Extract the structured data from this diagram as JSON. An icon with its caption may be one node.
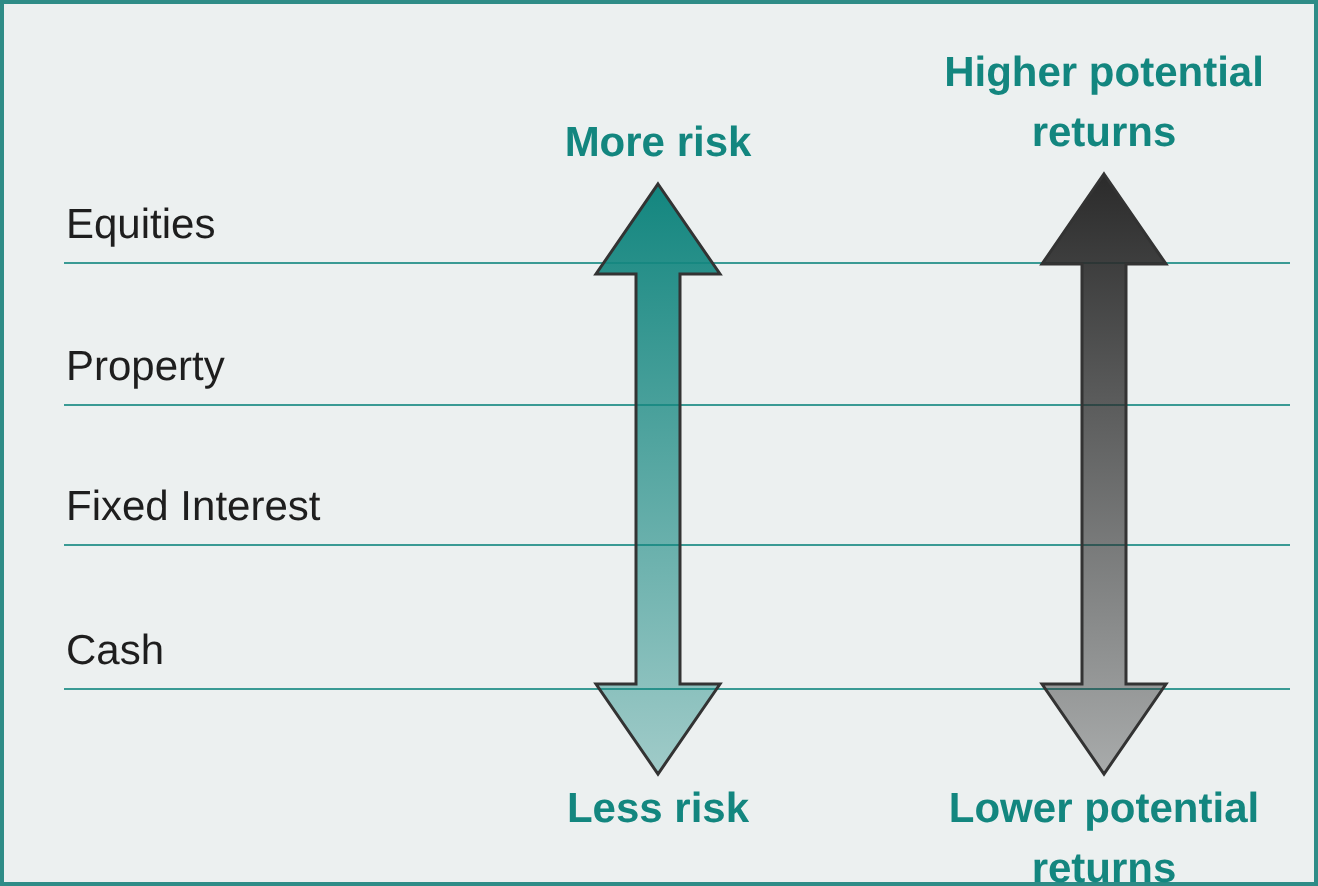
{
  "diagram": {
    "nodes": [
      {
        "text": [
          "Higher potential returns"
        ]
      },
      {
        "text": [
          "More risk"
        ]
      },
      {
        "text": [
          "Less risk"
        ]
      },
      {
        "text": [
          "Lower potential returns"
        ]
      }
    ],
    "edges": [
      {
        "from": 1,
        "to": 2,
        "arrow": "both",
        "color": "#13867f"
      },
      {
        "from": 0,
        "to": 3,
        "arrow": "both",
        "color": "#2b2b2b"
      }
    ],
    "labels": [
      "Equities",
      "Property",
      "Fixed Interest",
      "Cash"
    ]
  }
}
